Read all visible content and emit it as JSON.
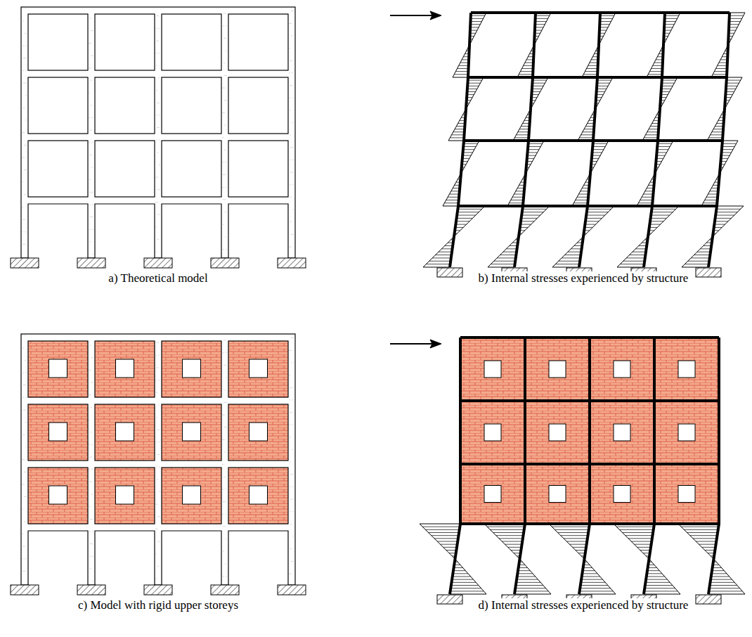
{
  "diagram": {
    "labels": [
      "a) Theoretical model",
      "b) Internal stresses experienced by structure",
      "c) Model with rigid upper storeys",
      "d) Internal stresses experienced by structure"
    ]
  }
}
